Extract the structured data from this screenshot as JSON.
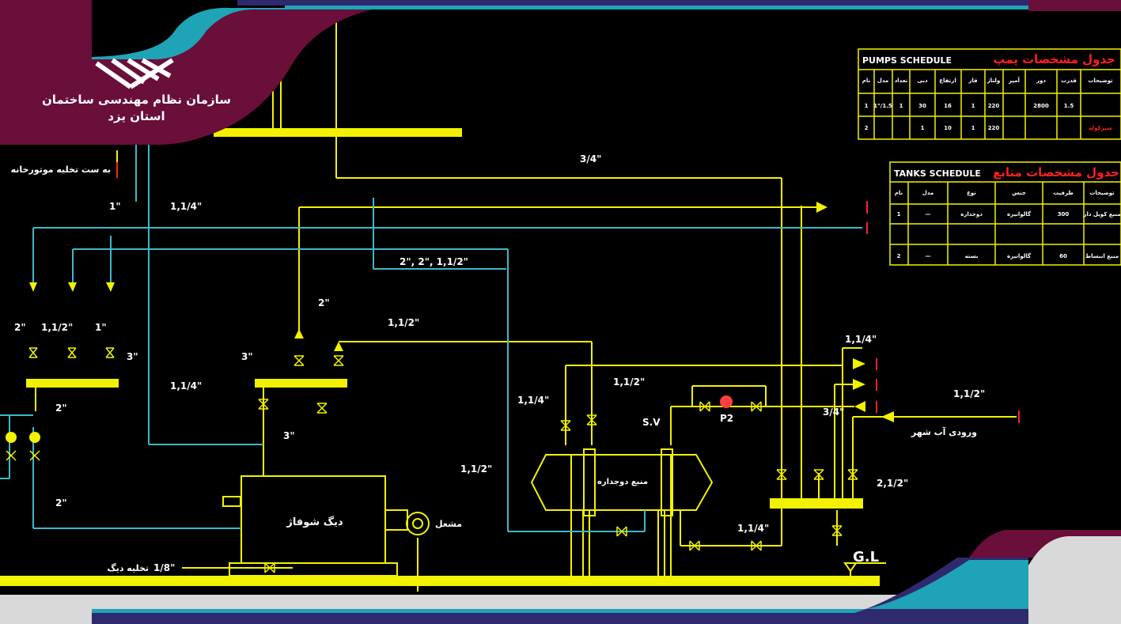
{
  "logo": {
    "line1": "سازمان نظام مهندسی ساختمان",
    "line2": "استان یزد"
  },
  "labels": {
    "motor_room": "به ست تخلیه موتورخانه",
    "d_1": "1\"",
    "d_1_1_4_top": "1,1/4\"",
    "d_3_4_top": "3/4\"",
    "d_2_2_1_1_2": "2\", 2\", 1,1/2\"",
    "d_2_left": "2\"",
    "d_1_1_2_left": "1,1/2\"",
    "d_1_left": "1\"",
    "d_3_left": "3\"",
    "d_2_mid": "2\"",
    "d_1_1_2_mid": "1,1/2\"",
    "d_3_mid": "3\"",
    "d_1_1_4_mid": "1,1/4\"",
    "d_2_manifold": "2\"",
    "d_3_boiler": "3\"",
    "d_2_bottom": "2\"",
    "boiler": "دیگ شوفاژ",
    "burner": "مشعل",
    "d_1_8": "1/8\"",
    "boiler_drain": "تخلیه دیگ",
    "d_1_1_4_tank": "1,1/4\"",
    "d_1_1_2_tank": "1,1/2\"",
    "d_1_1_2_tank_left": "1,1/2\"",
    "sv": "S.V",
    "tank": "منبع دوجداره",
    "p2": "P2",
    "d_1_1_4_right": "1,1/4\"",
    "d_3_4_right": "3/4\"",
    "d_1_1_2_right": "1,1/2\"",
    "city_water": "ورودی آب شهر",
    "d_2_1_2": "2,1/2\"",
    "d_1_1_4_bottom": "1,1/4\"",
    "gl": "G.L"
  },
  "pumps_table": {
    "title_en": "PUMPS SCHEDULE",
    "title_fa": "جدول مشخصات پمپ",
    "headers": [
      "توضیحات",
      "قدرت",
      "دور",
      "آمپر",
      "ولتاژ",
      "فاز",
      "ارتفاع",
      "دبی",
      "تعداد",
      "مدل",
      "نام"
    ],
    "rows": [
      [
        "",
        "1.5",
        "2800",
        "",
        "220",
        "1",
        "16",
        "30",
        "1",
        "1\"/1.5",
        "1"
      ],
      [
        "سیرکوله",
        "",
        "",
        "",
        "220",
        "1",
        "10",
        "1",
        "",
        "",
        "2"
      ]
    ]
  },
  "tanks_table": {
    "title_en": "TANKS SCHEDULE",
    "title_fa": "جدول مشخصات منابع",
    "headers": [
      "توضیحات",
      "ظرفیت",
      "جنس",
      "نوع",
      "مدل",
      "نام"
    ],
    "rows": [
      [
        "منبع کویل دار",
        "300",
        "گالوانیزه",
        "دوجداره",
        "—",
        "1"
      ],
      [
        "منبع انبساط",
        "60",
        "گالوانیزه",
        "بسته",
        "—",
        "2"
      ]
    ]
  },
  "colors": {
    "pipe_yellow": "#f2f200",
    "pipe_cyan": "#3fb8c8",
    "plum": "#6a0e3a",
    "teal": "#1fa3b7",
    "navy": "#2f2a6e"
  }
}
